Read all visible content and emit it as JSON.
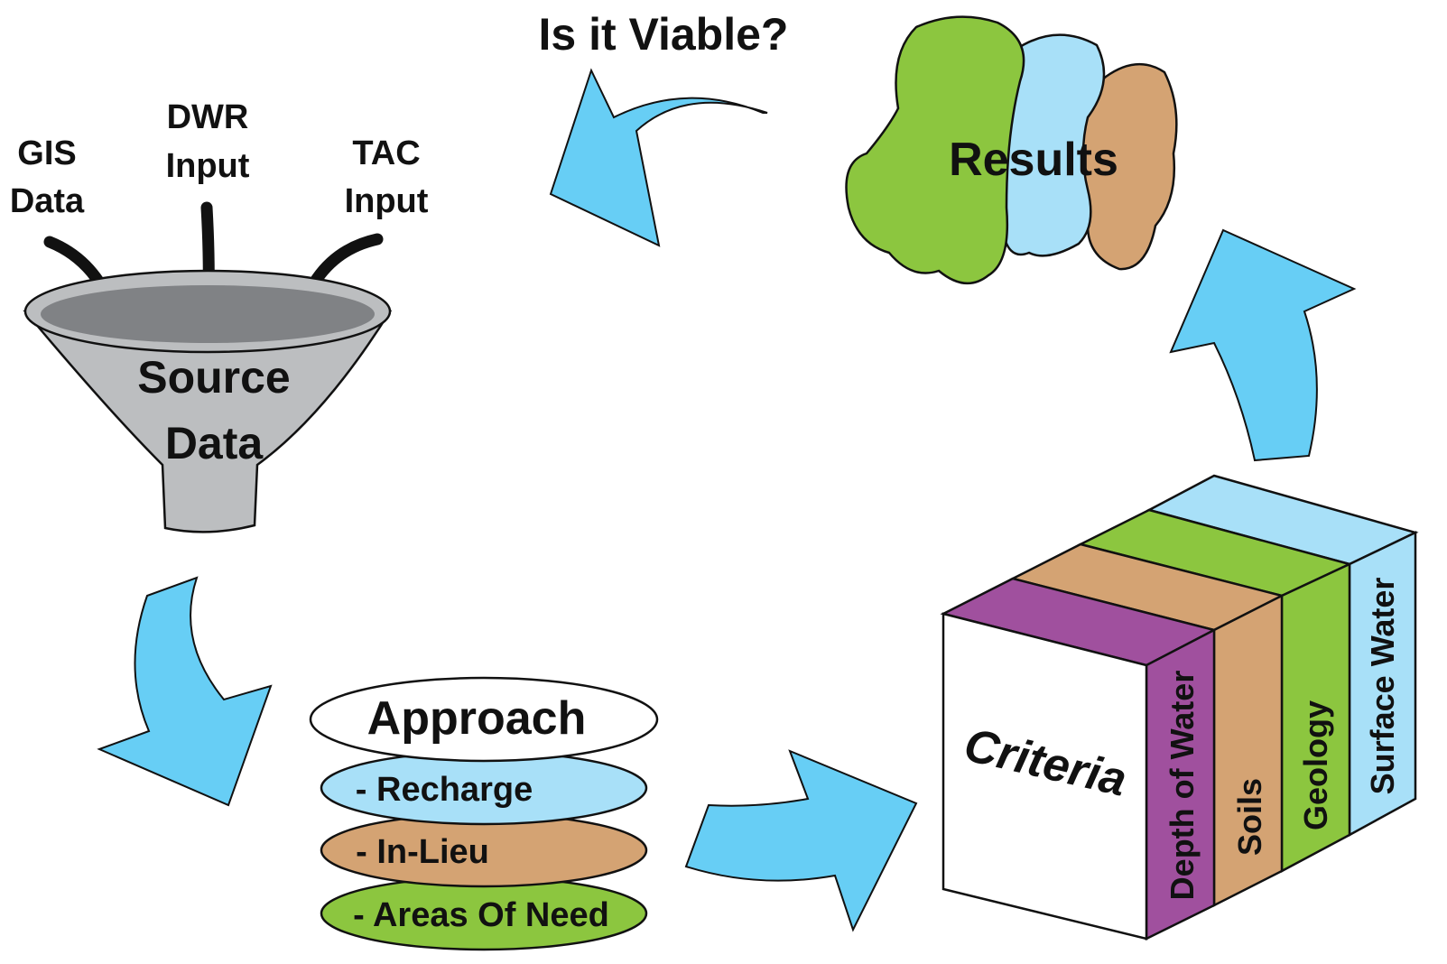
{
  "title": "Is it Viable?",
  "inputs": {
    "gis": [
      "GIS",
      "Data"
    ],
    "dwr": [
      "DWR",
      "Input"
    ],
    "tac": [
      "TAC",
      "Input"
    ]
  },
  "funnel": {
    "lines": [
      "Source",
      "Data"
    ]
  },
  "approach": {
    "title": "Approach",
    "items": [
      "- Recharge",
      "- In-Lieu",
      "- Areas Of Need"
    ]
  },
  "criteria": {
    "label": "Criteria",
    "layers": [
      "Depth of Water",
      "Soils",
      "Geology",
      "Surface Water"
    ]
  },
  "results": {
    "label": "Results"
  },
  "colors": {
    "arrow": "#67CEF5",
    "green": "#8CC63F",
    "light_blue": "#A8E0F8",
    "tan": "#D4A373",
    "purple": "#A0509E",
    "funnel": "#BCBEC0",
    "funnel_inner": "#808285"
  }
}
